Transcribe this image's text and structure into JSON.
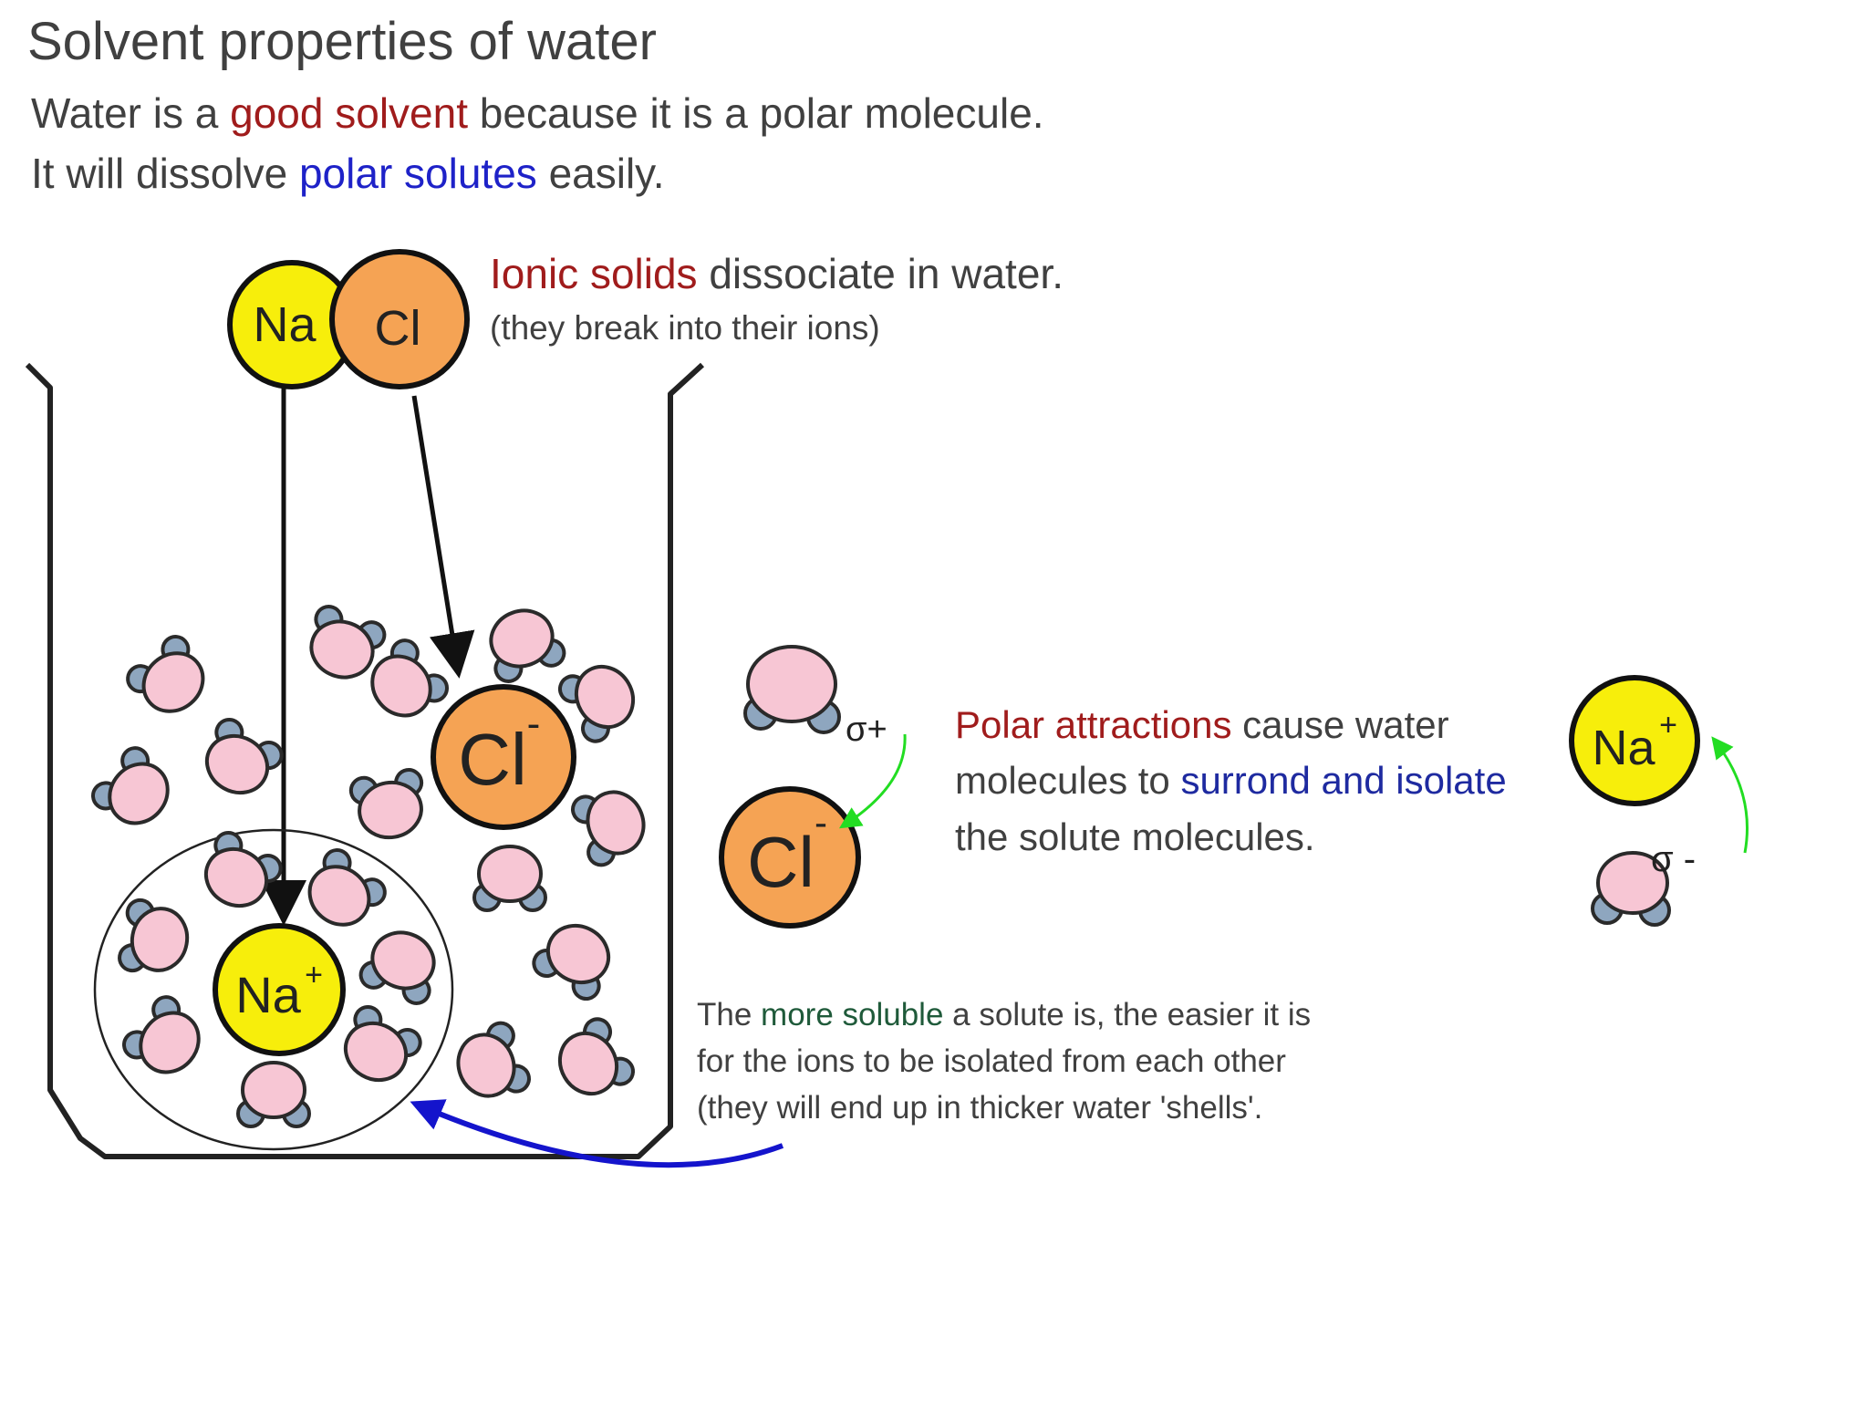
{
  "slide": {
    "title": "Solvent properties of water",
    "intro_line1": {
      "part1": "Water is a ",
      "highlight": "good solvent",
      "part2": " because it is a polar molecule."
    },
    "intro_line2": {
      "part1": "It will dissolve ",
      "highlight": "polar solutes",
      "part2": " easily."
    }
  },
  "dissociation": {
    "heading_highlight": "Ionic solids",
    "heading_rest": " dissociate in water.",
    "subtext": "(they break into their ions)",
    "na_label": "Na",
    "cl_label": "Cl"
  },
  "beaker": {
    "cl_ion": {
      "symbol": "Cl",
      "charge": "-"
    },
    "na_ion": {
      "symbol": "Na",
      "charge": "+"
    }
  },
  "polar": {
    "line1_highlight": "Polar attractions",
    "line1_rest": " cause water",
    "line2_part1": "molecules to ",
    "line2_highlight": "surrond and isolate",
    "line3": "the solute molecules.",
    "delta_plus": "σ+",
    "delta_minus": "σ -",
    "cl_ion": {
      "symbol": "Cl",
      "charge": "-"
    },
    "na_ion": {
      "symbol": "Na",
      "charge": "+"
    }
  },
  "solubility": {
    "line1_part1": "The ",
    "line1_highlight": "more soluble",
    "line1_rest": " a solute is, the easier it is",
    "line2": "for the ions to be isolated from each other",
    "line3": "(they will end up in thicker water 'shells'."
  },
  "colors": {
    "title": "#404040",
    "highlight_red": "#a01c1c",
    "highlight_blue": "#1e22c8",
    "highlight_navy": "#1e2aa0",
    "highlight_green": "#1f5a3a",
    "sodium": "#f7ee0b",
    "chloride": "#f5a354",
    "water_oxygen": "#f7c6d4",
    "water_hydrogen": "#8ea6bf",
    "attraction_arrow": "#22dd22",
    "shell_arrow": "#1414cc"
  }
}
